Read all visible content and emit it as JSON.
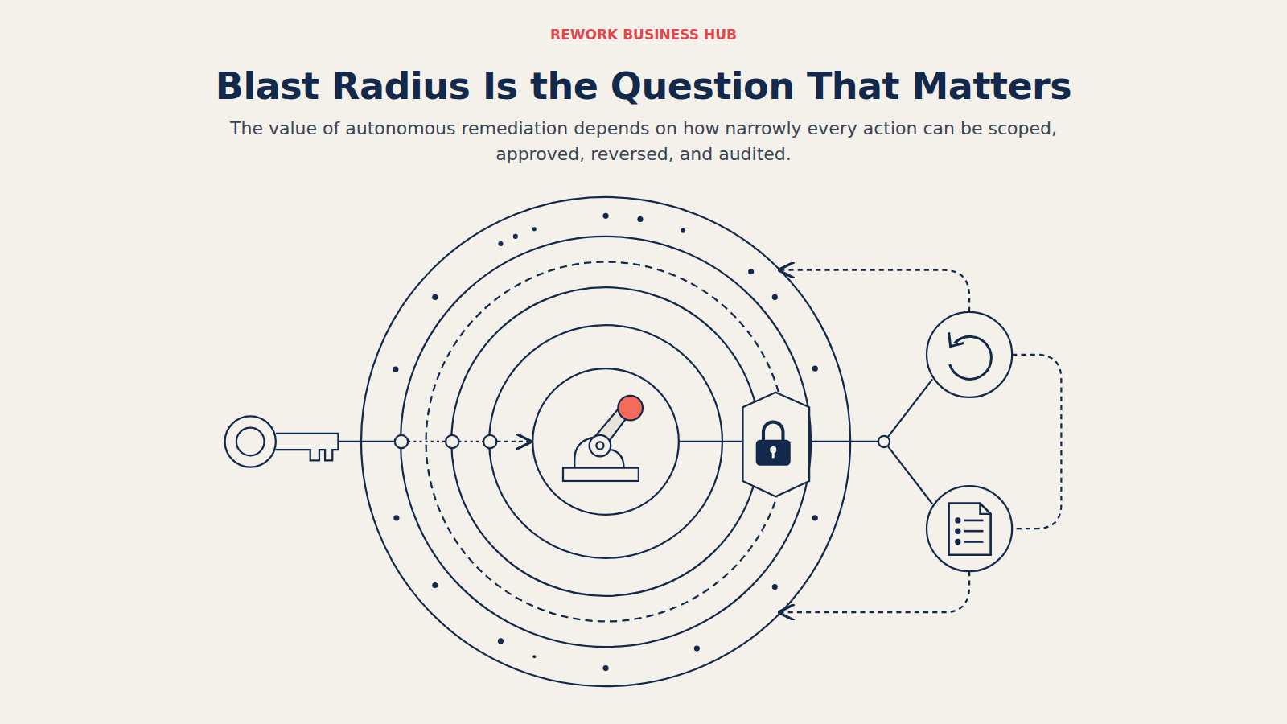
{
  "diagram": {
    "title": "Blast Radius Is the Question That Matters",
    "caption": "The value of autonomous remediation depends on how narrowly every action can be scoped, approved, reversed, and audited.",
    "labels": [
      "REWORK BUSINESS HUB"
    ]
  }
}
